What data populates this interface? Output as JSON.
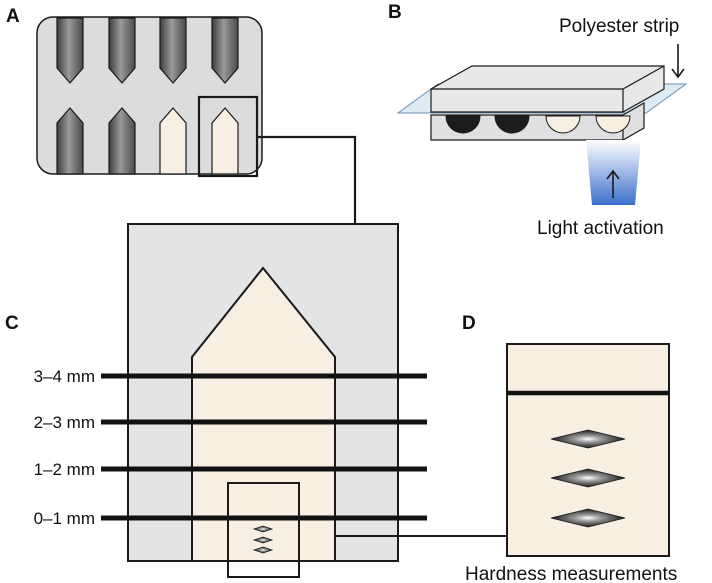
{
  "panels": {
    "a": {
      "letter": "A"
    },
    "b": {
      "letter": "B",
      "strip_label": "Polyester strip",
      "light_label": "Light activation"
    },
    "c": {
      "letter": "C",
      "depth_labels": [
        "3–4 mm",
        "2–3 mm",
        "1–2 mm",
        "0–1 mm"
      ]
    },
    "d": {
      "letter": "D",
      "caption": "Hardness measurements"
    }
  },
  "colors": {
    "panel_gray": "#dcdcde",
    "composite_cream": "#f6efe2",
    "dark_specimen": "#1c1c1c",
    "light_blue": "#4b7fd0",
    "outline": "#1a1a1a"
  }
}
